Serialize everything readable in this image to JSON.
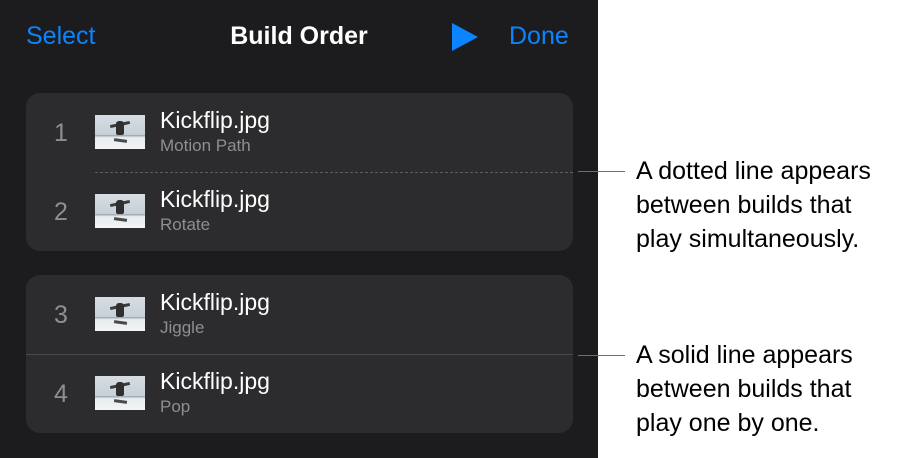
{
  "nav": {
    "select_label": "Select",
    "title": "Build Order",
    "play_icon": "play-icon",
    "done_label": "Done",
    "accent_color": "#0a84ff"
  },
  "groups": [
    {
      "separator": "dotted",
      "rows": [
        {
          "number": "1",
          "name": "Kickflip.jpg",
          "effect": "Motion Path"
        },
        {
          "number": "2",
          "name": "Kickflip.jpg",
          "effect": "Rotate"
        }
      ]
    },
    {
      "separator": "solid",
      "rows": [
        {
          "number": "3",
          "name": "Kickflip.jpg",
          "effect": "Jiggle"
        },
        {
          "number": "4",
          "name": "Kickflip.jpg",
          "effect": "Pop"
        }
      ]
    }
  ],
  "callouts": [
    {
      "lines": [
        "A dotted line appears",
        "between builds that",
        "play simultaneously."
      ]
    },
    {
      "lines": [
        "A solid line appears",
        "between builds that",
        "play one by one."
      ]
    }
  ],
  "colors": {
    "panel_background": "#1c1c1e",
    "group_background": "#2c2c2e",
    "secondary_text": "#8e8e93"
  }
}
